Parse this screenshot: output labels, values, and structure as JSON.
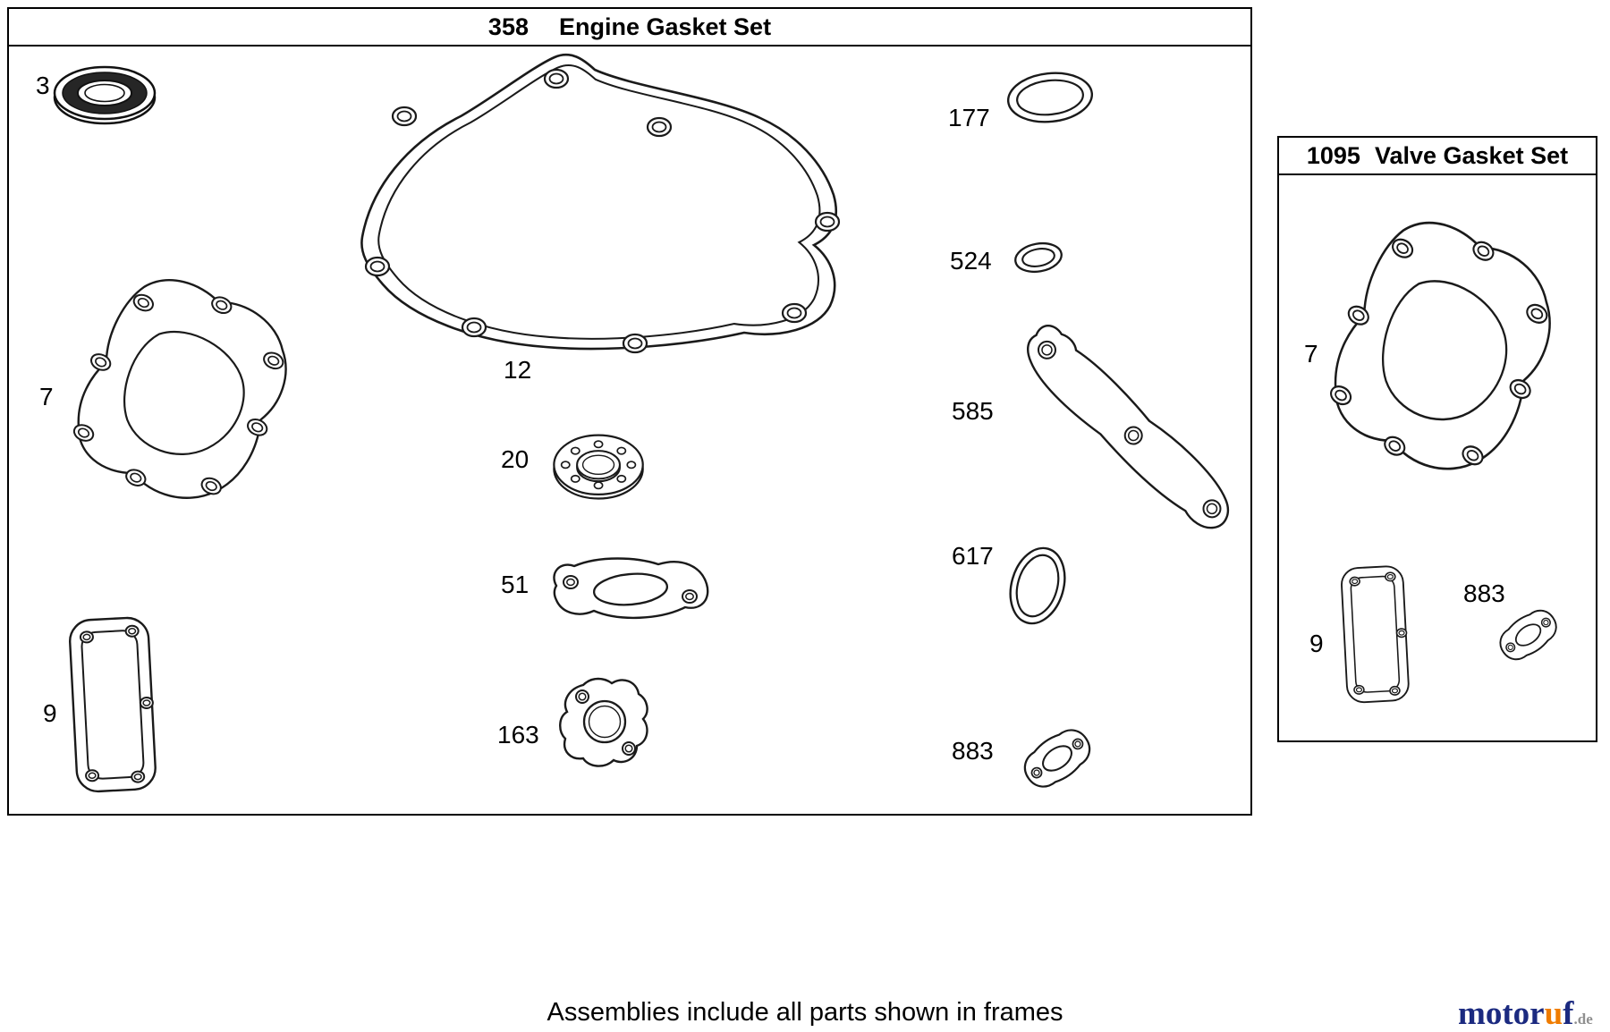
{
  "engine_set": {
    "number": "358",
    "title": "Engine Gasket Set",
    "parts": {
      "oil_seal": "3",
      "head_gasket": "7",
      "crankcase_gasket": "12",
      "bearing_flange_gasket": "20",
      "intake_gasket": "51",
      "carburetor_gasket": "163",
      "valve_cover_gasket": "9",
      "o_ring_large": "177",
      "o_ring_small": "524",
      "breather_gasket": "585",
      "o_ring_medium": "617",
      "exhaust_gasket": "883"
    }
  },
  "valve_set": {
    "number": "1095",
    "title": "Valve Gasket Set",
    "parts": {
      "head_gasket": "7",
      "valve_cover_gasket": "9",
      "exhaust_gasket": "883"
    }
  },
  "footer": {
    "note": "Assemblies include all parts shown in frames"
  },
  "brand": {
    "name_prefix": "motor",
    "name_accent": "u",
    "name_suffix": "f",
    "tld": ".de",
    "color_primary": "#1b2a80",
    "color_accent": "#ef7c00"
  }
}
